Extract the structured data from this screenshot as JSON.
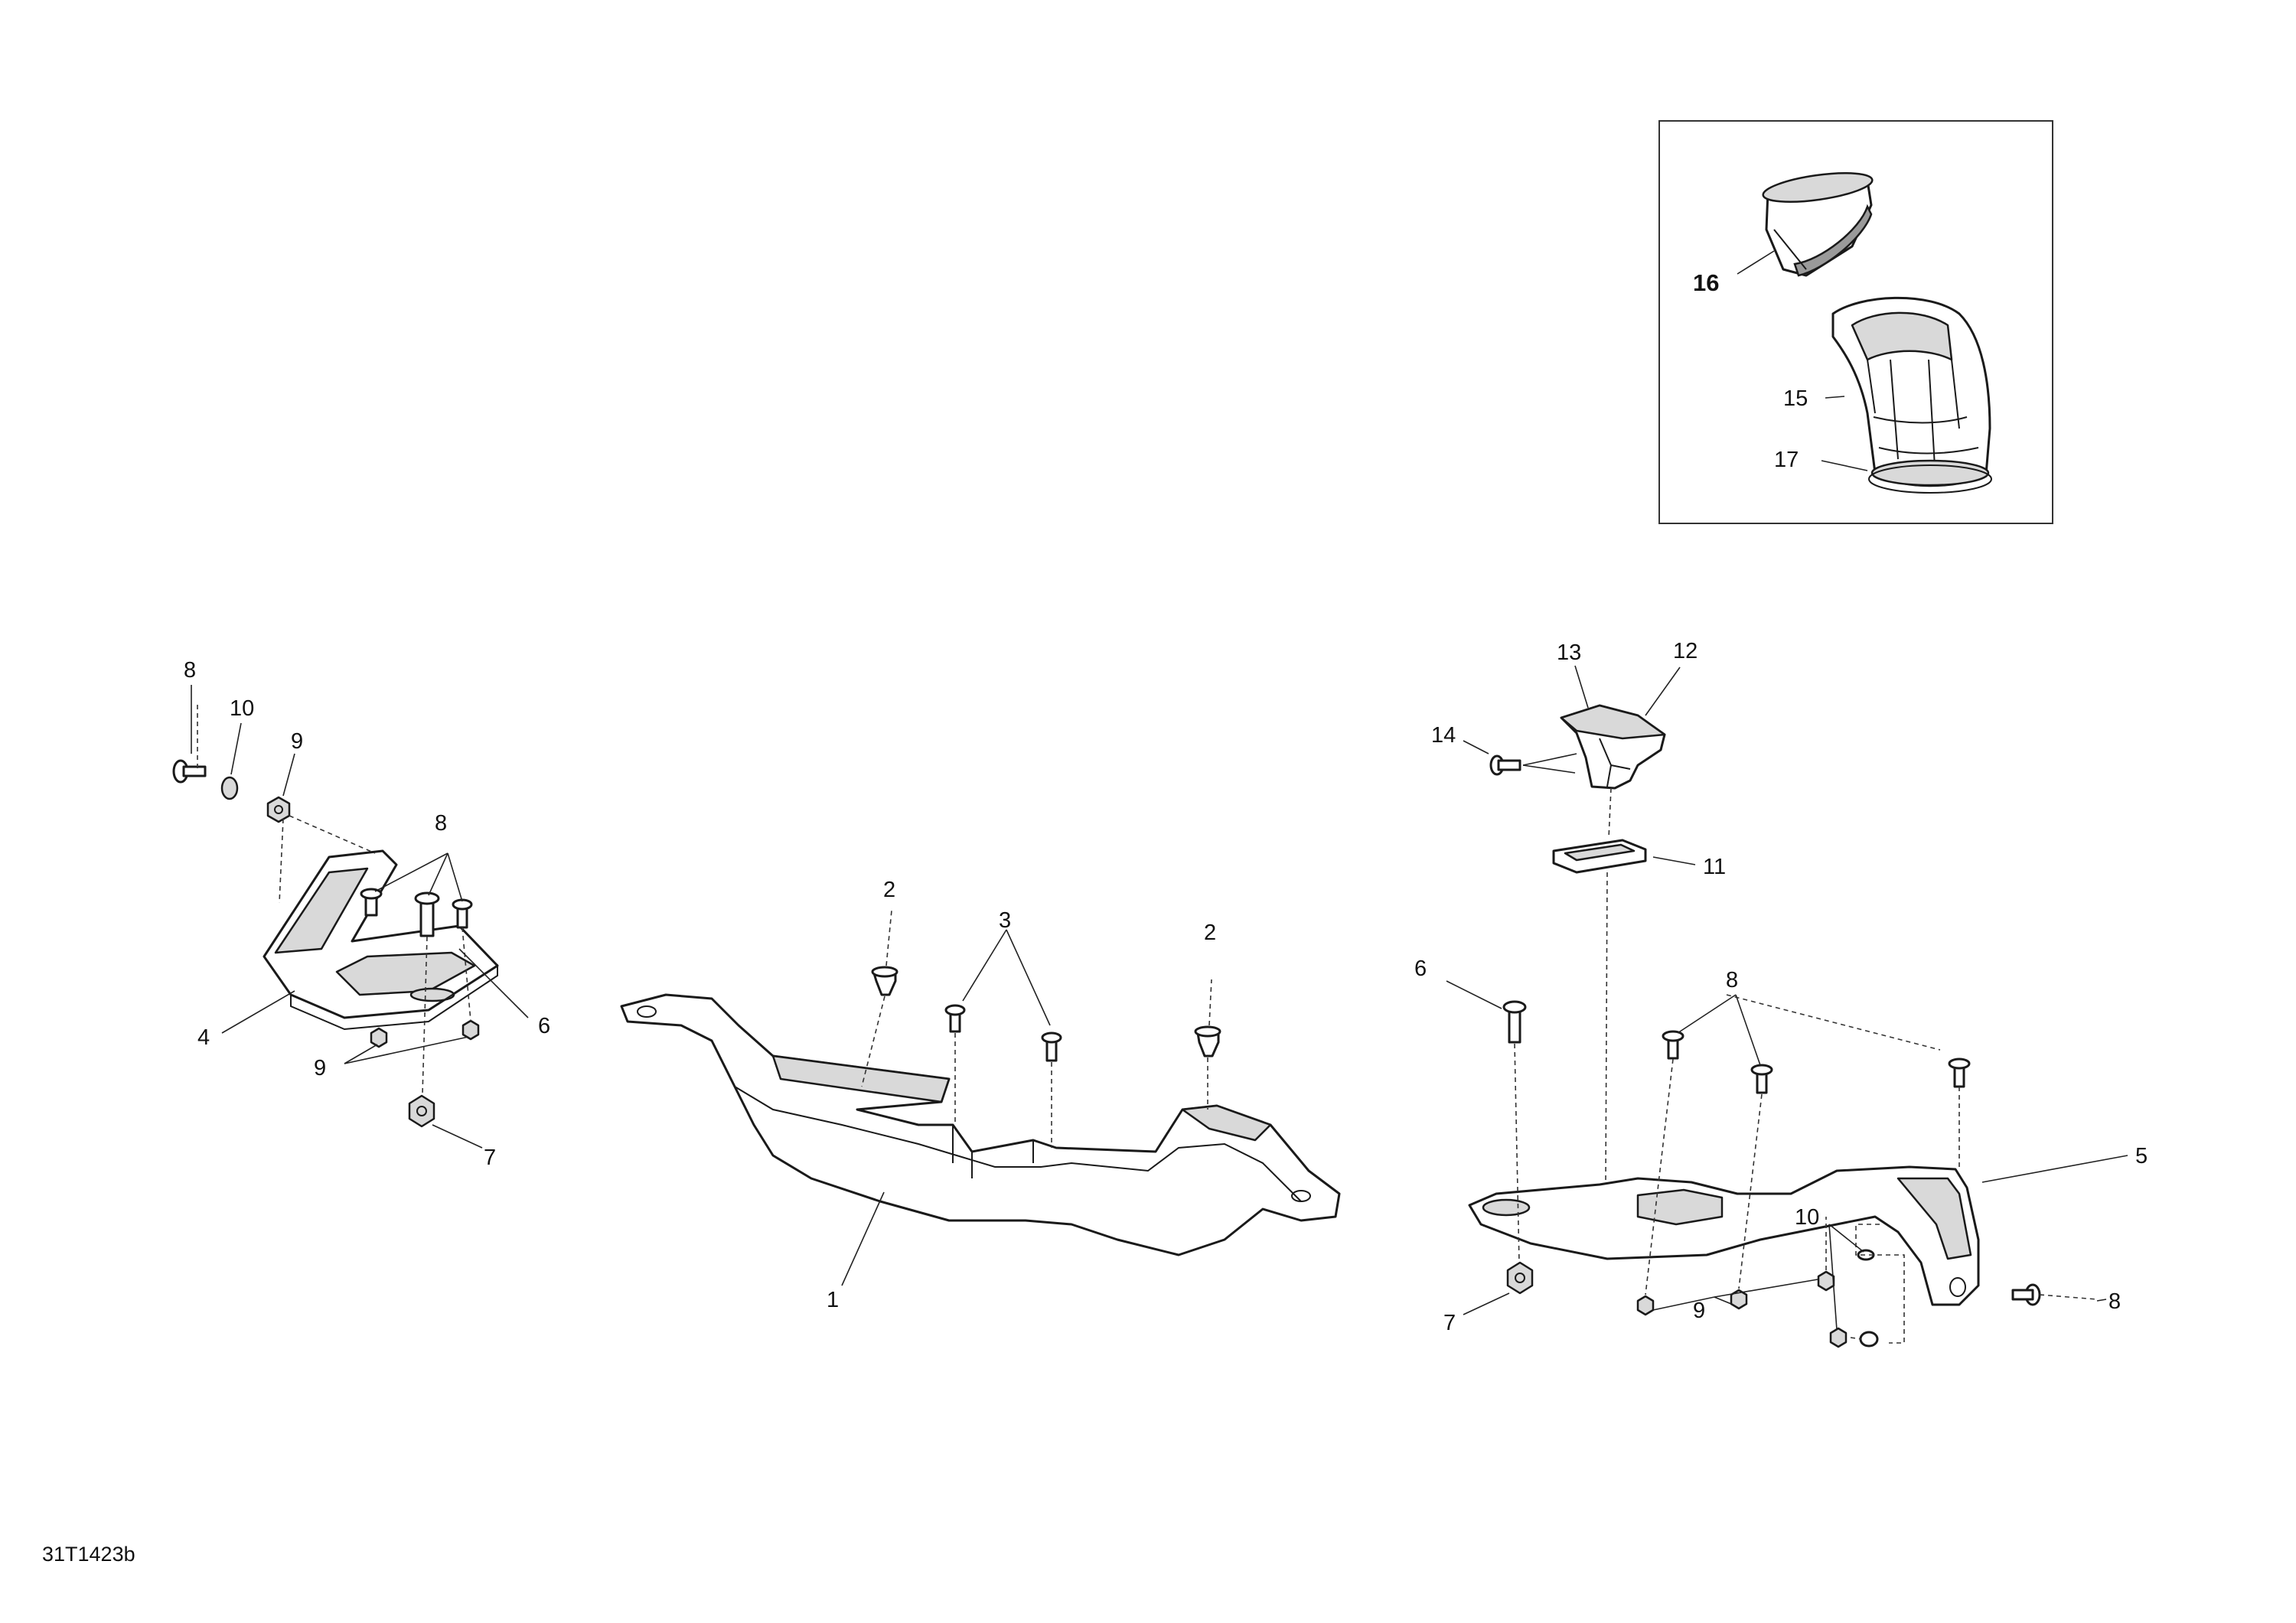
{
  "drawing_code": "31T1423b",
  "callouts": {
    "left_assembly": {
      "c8_top": "8",
      "c10": "10",
      "c9_top": "9",
      "c8_mid": "8",
      "c4": "4",
      "c6": "6",
      "c9_bottom": "9",
      "c7": "7"
    },
    "center_assembly": {
      "c2_left": "2",
      "c3": "3",
      "c2_right": "2",
      "c1": "1"
    },
    "right_assembly": {
      "c13": "13",
      "c12": "12",
      "c14": "14",
      "c11": "11",
      "c6": "6",
      "c8_top": "8",
      "c5": "5",
      "c10": "10",
      "c8_right": "8",
      "c7": "7",
      "c9": "9"
    },
    "inset": {
      "c16": "16",
      "c15": "15",
      "c17": "17"
    }
  }
}
